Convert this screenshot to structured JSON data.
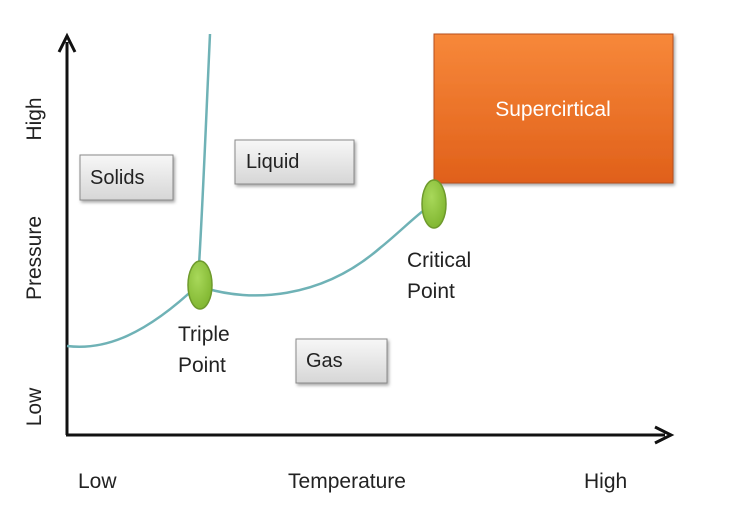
{
  "diagram": {
    "x_axis": {
      "label": "Temperature",
      "low_label": "Low",
      "high_label": "High"
    },
    "y_axis": {
      "label": "Pressure",
      "low_label": "Low",
      "high_label": "High"
    },
    "regions": {
      "solids": "Solids",
      "liquid": "Liquid",
      "gas": "Gas",
      "supercritical": "Supercirtical"
    },
    "points": {
      "triple_line1": "Triple",
      "triple_line2": "Point",
      "critical_line1": "Critical",
      "critical_line2": "Point"
    },
    "colors": {
      "axis": "#111111",
      "curve": "#6fb2b6",
      "point_fill": "#8ec63f",
      "point_stroke": "#6e9a2c",
      "region_box_top": "#f7f7f7",
      "region_box_bottom": "#d6d6d6",
      "supercritical_top": "#f7883a",
      "supercritical_bottom": "#e0601a"
    }
  }
}
